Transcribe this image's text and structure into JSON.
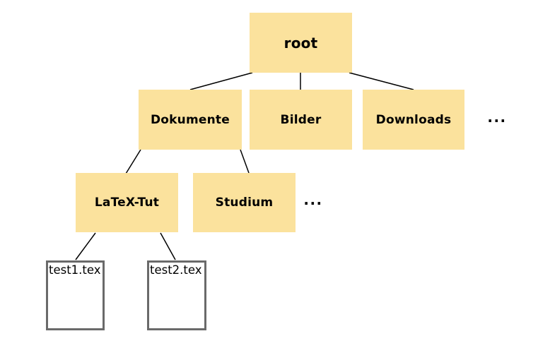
{
  "tree": {
    "label": "root",
    "type": "folder",
    "children": [
      {
        "label": "Dokumente",
        "type": "folder",
        "children": [
          {
            "label": "LaTeX-Tut",
            "type": "folder",
            "children": [
              {
                "label": "test1.tex",
                "type": "file"
              },
              {
                "label": "test2.tex",
                "type": "file"
              }
            ]
          },
          {
            "label": "Studium",
            "type": "folder"
          },
          {
            "label": "...",
            "type": "ellipsis"
          }
        ]
      },
      {
        "label": "Bilder",
        "type": "folder"
      },
      {
        "label": "Downloads",
        "type": "folder"
      },
      {
        "label": "...",
        "type": "ellipsis"
      }
    ]
  },
  "colors": {
    "folder_fill": "#FBE29D",
    "file_border": "#6A6A6A",
    "edge": "#000000",
    "text": "#000000",
    "background": "#FFFFFF"
  }
}
